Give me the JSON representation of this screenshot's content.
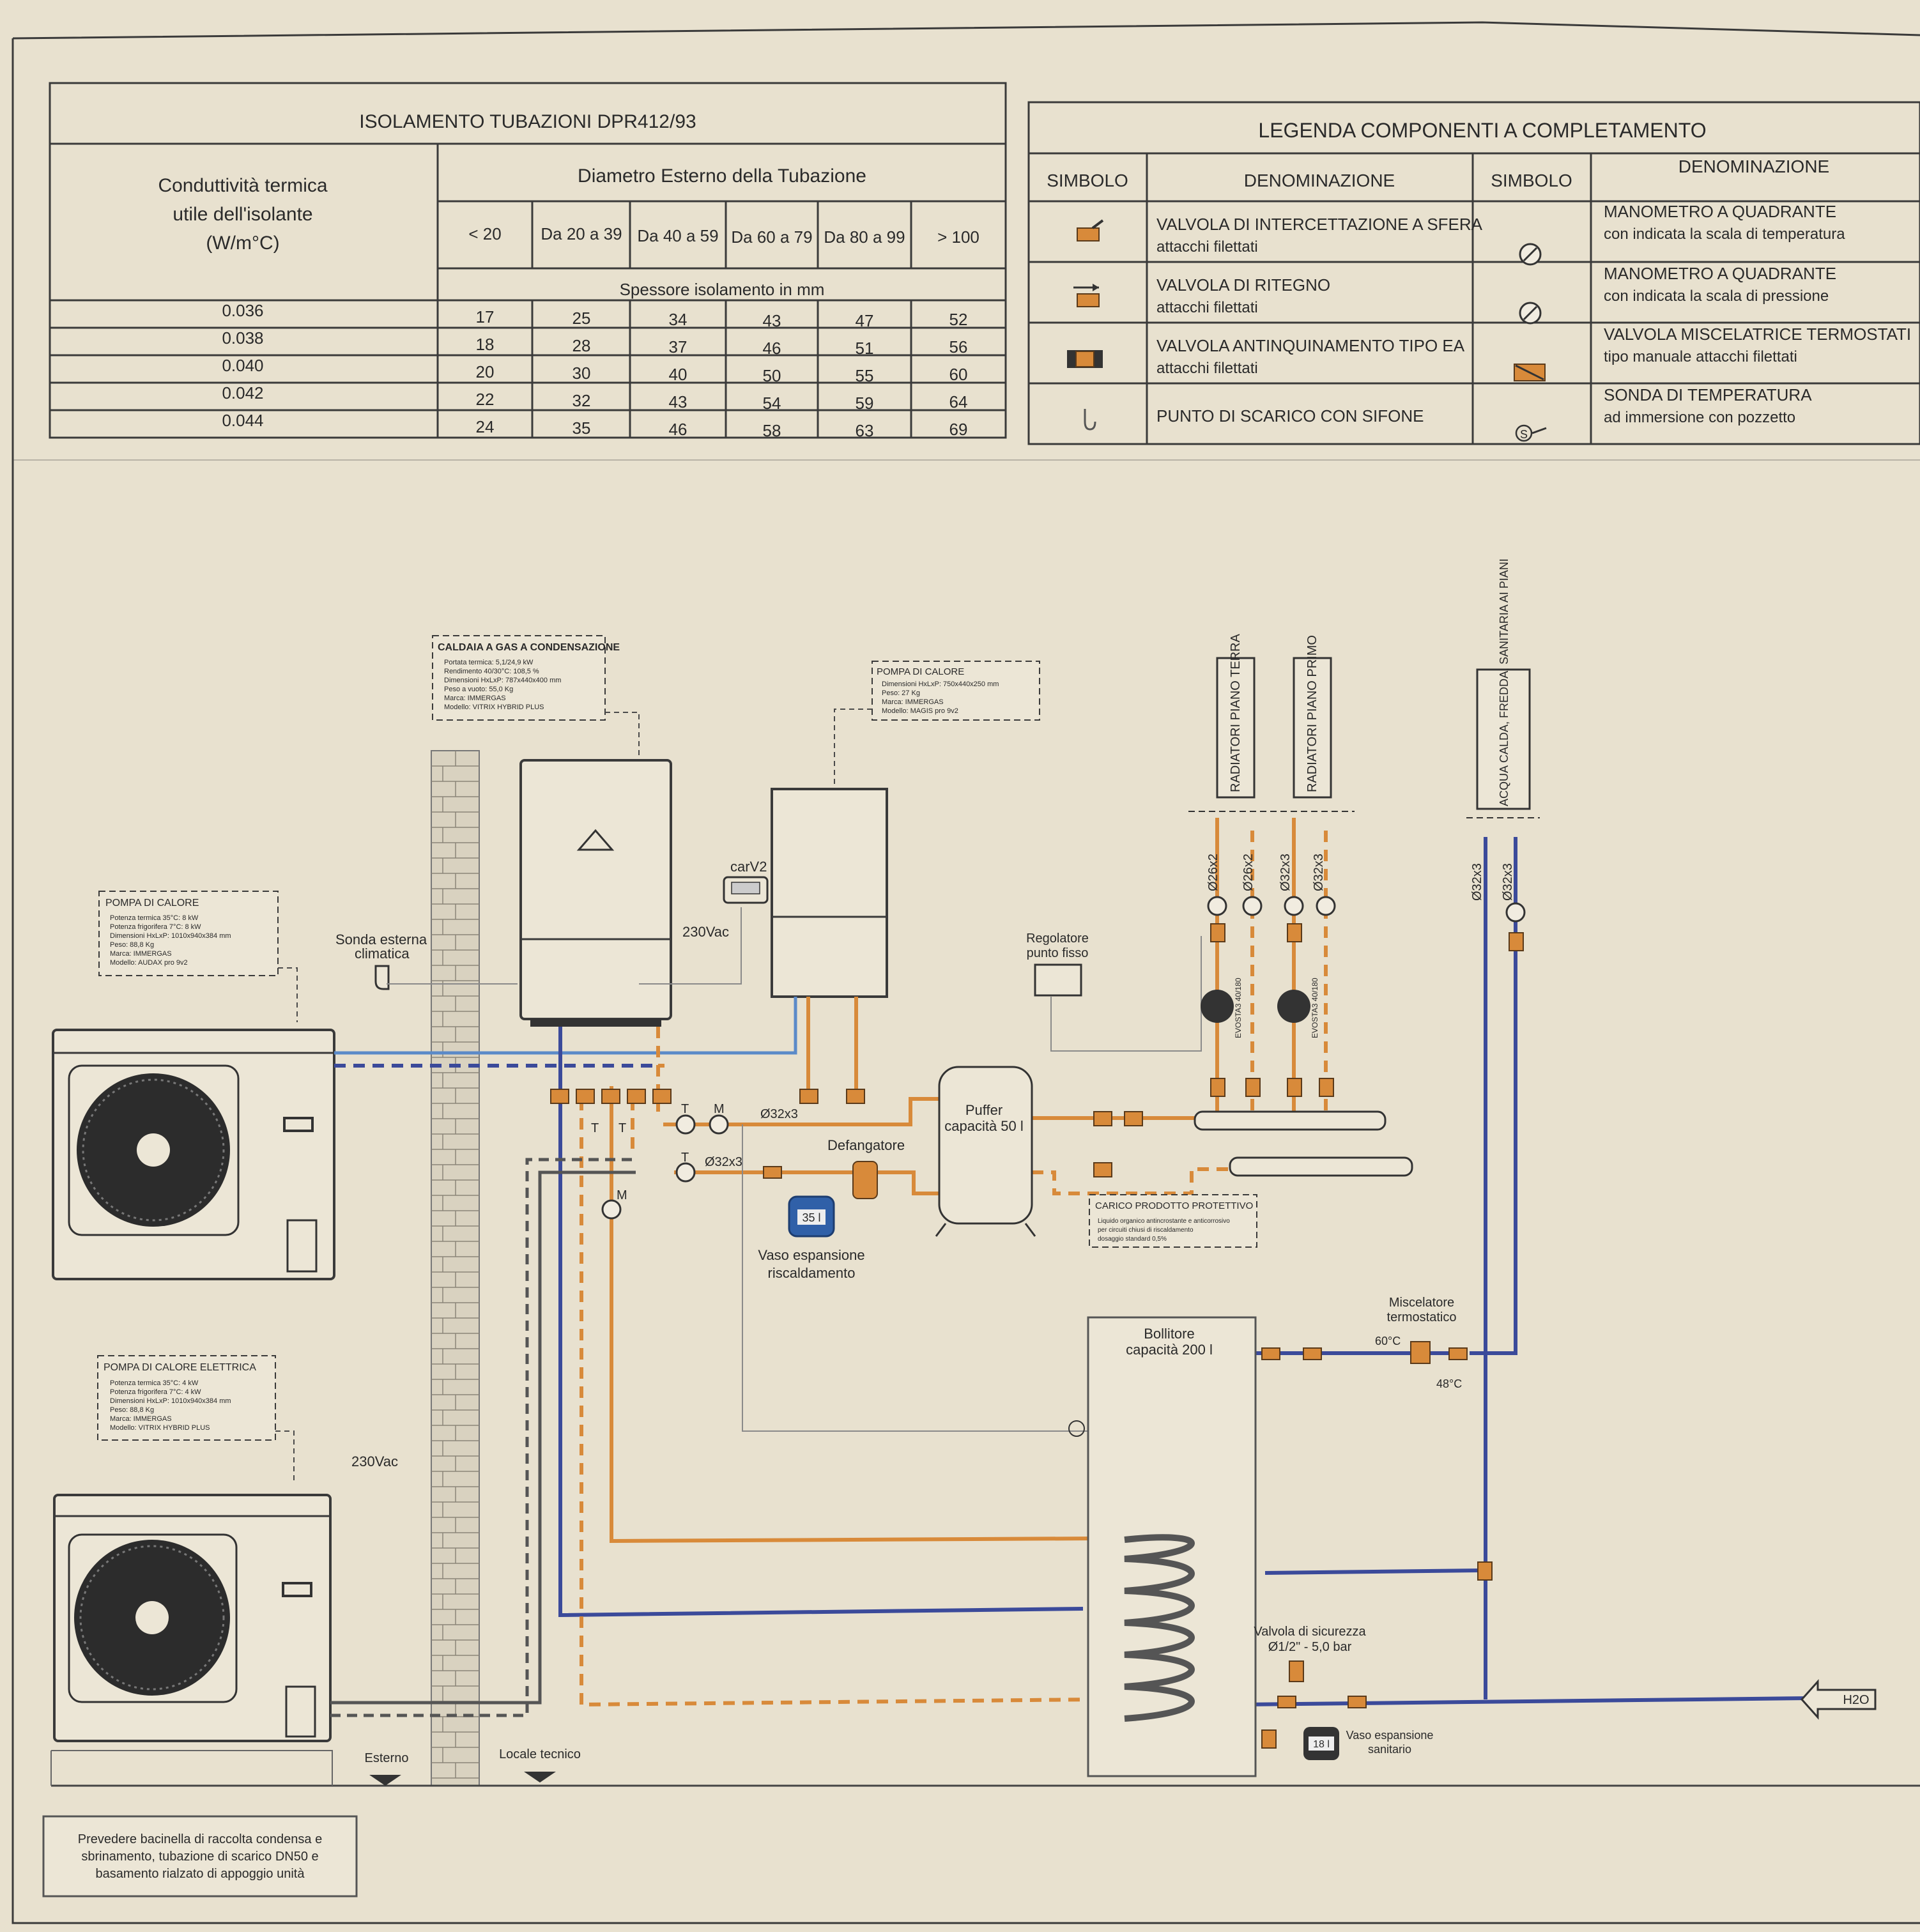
{
  "insulation_table": {
    "title": "ISOLAMENTO TUBAZIONI DPR412/93",
    "row_header": [
      "Conduttività termica",
      "utile dell'isolante",
      "(W/m°C)"
    ],
    "col_group_header": "Diametro Esterno della Tubazione",
    "columns": [
      "< 20",
      "Da 20 a 39",
      "Da 40 a 59",
      "Da 60 a 79",
      "Da 80 a 99",
      "> 100"
    ],
    "sub_header": "Spessore isolamento in mm",
    "rows": [
      {
        "k": "0.036",
        "values": [
          "17",
          "25",
          "34",
          "43",
          "47",
          "52"
        ]
      },
      {
        "k": "0.038",
        "values": [
          "18",
          "28",
          "37",
          "46",
          "51",
          "56"
        ]
      },
      {
        "k": "0.040",
        "values": [
          "20",
          "30",
          "40",
          "50",
          "55",
          "60"
        ]
      },
      {
        "k": "0.042",
        "values": [
          "22",
          "32",
          "43",
          "54",
          "59",
          "64"
        ]
      },
      {
        "k": "0.044",
        "values": [
          "24",
          "35",
          "46",
          "58",
          "63",
          "69"
        ]
      }
    ]
  },
  "legend": {
    "title": "LEGENDA COMPONENTI A COMPLETAMENTO",
    "simbolo": "SIMBOLO",
    "denominazione": "DENOMINAZIONE",
    "left": [
      {
        "icon": "ball-valve-icon",
        "line1": "VALVOLA DI INTERCETTAZIONE A SFERA",
        "line2": "attacchi filettati"
      },
      {
        "icon": "check-valve-icon",
        "line1": "VALVOLA DI RITEGNO",
        "line2": "attacchi filettati"
      },
      {
        "icon": "backflow-valve-icon",
        "line1": "VALVOLA ANTINQUINAMENTO TIPO EA",
        "line2": "attacchi filettati"
      },
      {
        "icon": "drain-siphon-icon",
        "line1": "PUNTO DI SCARICO CON SIFONE",
        "line2": ""
      }
    ],
    "right": [
      {
        "icon": "temperature-gauge-icon",
        "line1": "MANOMETRO A QUADRANTE",
        "line2": "con indicata la scala di temperatura"
      },
      {
        "icon": "pressure-gauge-icon",
        "line1": "MANOMETRO A QUADRANTE",
        "line2": "con indicata la scala di pressione"
      },
      {
        "icon": "mixing-valve-icon",
        "line1": "VALVOLA MISCELATRICE TERMOSTATI",
        "line2": "tipo manuale attacchi filettati"
      },
      {
        "icon": "temperature-probe-icon",
        "line1": "SONDA DI TEMPERATURA",
        "line2": "ad immersione con pozzetto"
      }
    ]
  },
  "diagram": {
    "caldaia": {
      "title": "CALDAIA A GAS A CONDENSAZIONE",
      "lines": [
        "Portata termica: 5,1/24,9 kW",
        "Rendimento 40/30°C: 108,5 %",
        "Dimensioni HxLxP: 787x440x400 mm",
        "Peso a vuoto: 55,0 Kg",
        "Marca: IMMERGAS",
        "Modello: VITRIX HYBRID PLUS"
      ]
    },
    "pompa_top": {
      "title": "POMPA DI CALORE",
      "lines": [
        "Dimensioni HxLxP: 750x440x250 mm",
        "Peso: 27 Kg",
        "Marca: IMMERGAS",
        "Modello: MAGIS pro 9v2"
      ]
    },
    "pompa_left": {
      "title": "POMPA DI CALORE",
      "lines": [
        "Potenza termica 35°C: 8 kW",
        "Potenza frigorifera 7°C: 8 kW",
        "Dimensioni HxLxP: 1010x940x384 mm",
        "Peso: 88,8 Kg",
        "Marca: IMMERGAS",
        "Modello: AUDAX pro 9v2"
      ]
    },
    "pompa_elettrica": {
      "title": "POMPA DI CALORE ELETTRICA",
      "lines": [
        "Potenza termica 35°C: 4 kW",
        "Potenza frigorifera 7°C: 4 kW",
        "Dimensioni HxLxP: 1010x940x384 mm",
        "Peso: 88,8 Kg",
        "Marca: IMMERGAS",
        "Modello: VITRIX HYBRID PLUS"
      ]
    },
    "labels": {
      "sonda": "Sonda esterna",
      "sonda2": "climatica",
      "carv2": "carV2",
      "v230a": "230Vac",
      "v230b": "230Vac",
      "regolatore": "Regolatore",
      "regolatore2": "punto fisso",
      "rad_terra": "RADIATORI PIANO TERRA",
      "rad_primo": "RADIATORI PIANO PRIMO",
      "acqua": "ACQUA CALDA, FREDDA, SANITARIA AI PIANI",
      "d26a": "Ø26x2",
      "d26b": "Ø26x2",
      "d32a": "Ø32x3",
      "d32b": "Ø32x3",
      "d32c": "Ø32x3",
      "d32d": "Ø32x3",
      "d32e": "Ø32x3",
      "d32f": "Ø32x3",
      "evosta1": "EVOSTA3 40/180",
      "evosta2": "EVOSTA3 40/180",
      "t1": "T",
      "m1": "M",
      "t2": "T",
      "t3": "T",
      "t4": "T",
      "m2": "M",
      "defangatore": "Defangatore",
      "puffer1": "Puffer",
      "puffer2": "capacità 50 l",
      "vaso_val": "35 l",
      "vaso1": "Vaso espansione",
      "vaso2": "riscaldamento",
      "carico_title": "CARICO PRODOTTO PROTETTIVO",
      "carico1": "Liquido organico antincrostante e anticorrosivo",
      "carico2": "per circuiti chiusi di riscaldamento",
      "carico3": "dosaggio standard 0,5%",
      "bollitore1": "Bollitore",
      "bollitore2": "capacità 200 l",
      "miscelatore1": "Miscelatore",
      "miscelatore2": "termostatico",
      "t60": "60°C",
      "t48": "48°C",
      "sicurezza1": "Valvola di sicurezza",
      "sicurezza2": "Ø1/2\" - 5,0 bar",
      "vaso_san_val": "18 l",
      "vaso_san1": "Vaso espansione",
      "vaso_san2": "sanitario",
      "h2o": "H2O",
      "esterno": "Esterno",
      "locale": "Locale tecnico",
      "s_probe": "S"
    },
    "note": [
      "Prevedere bacinella di raccolta condensa e",
      "sbrinamento, tubazione di scarico DN50 e",
      "basamento rialzato di appoggio unità"
    ]
  },
  "colors": {
    "paper": "#e8e1cf",
    "flow_hot": "#d88a3a",
    "flow_cold": "#3b4a9a",
    "gas_line": "#5b8ac8",
    "valve": "#d88a3a"
  }
}
